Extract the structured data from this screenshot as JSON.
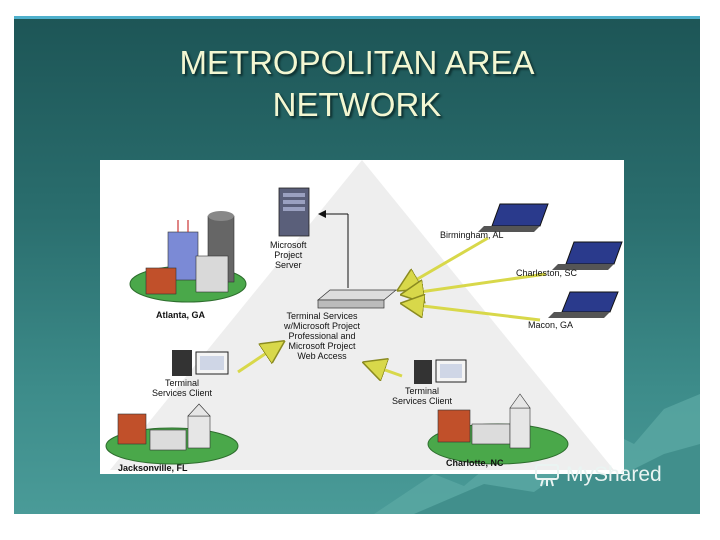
{
  "slide": {
    "title_line1": "METROPOLITAN AREA",
    "title_line2": "NETWORK"
  },
  "diagram": {
    "server_label": [
      "Microsoft",
      "Project",
      "Server"
    ],
    "hub_label": [
      "Terminal Services",
      "w/Microsoft Project",
      "Professional and",
      "Microsoft Project",
      "Web Access"
    ],
    "client_left_label": [
      "Terminal",
      "Services Client"
    ],
    "client_right_label": [
      "Terminal",
      "Services Client"
    ],
    "cities": {
      "atlanta": "Atlanta, GA",
      "jacksonville": "Jacksonville, FL",
      "charlotte": "Charlotte, NC",
      "birmingham": "Birmingham, AL",
      "charleston": "Charleston, SC",
      "macon": "Macon, GA"
    }
  },
  "watermark": {
    "text": "MyShared",
    "icon": "myshared-logo-icon"
  },
  "colors": {
    "arrow": "#d8d84a",
    "title": "#f3f7d2",
    "slide_bg": "#2a6e6e"
  }
}
